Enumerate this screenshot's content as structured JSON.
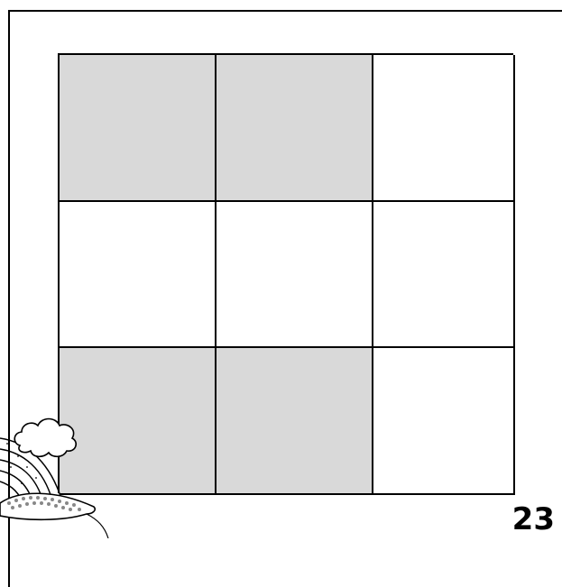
{
  "page": {
    "page_number": "23"
  },
  "grid": {
    "rows": 3,
    "columns": 3,
    "shaded_color": "#d9d9d9",
    "blank_color": "#ffffff",
    "cells": [
      {
        "row": 1,
        "col": 1,
        "shaded": true
      },
      {
        "row": 1,
        "col": 2,
        "shaded": true
      },
      {
        "row": 1,
        "col": 3,
        "shaded": false
      },
      {
        "row": 2,
        "col": 1,
        "shaded": false
      },
      {
        "row": 2,
        "col": 2,
        "shaded": false
      },
      {
        "row": 2,
        "col": 3,
        "shaded": false
      },
      {
        "row": 3,
        "col": 1,
        "shaded": true
      },
      {
        "row": 3,
        "col": 2,
        "shaded": true
      },
      {
        "row": 3,
        "col": 3,
        "shaded": false
      }
    ]
  },
  "illustration": {
    "icon": "rainbow-cloud-pot-of-gold-icon"
  }
}
